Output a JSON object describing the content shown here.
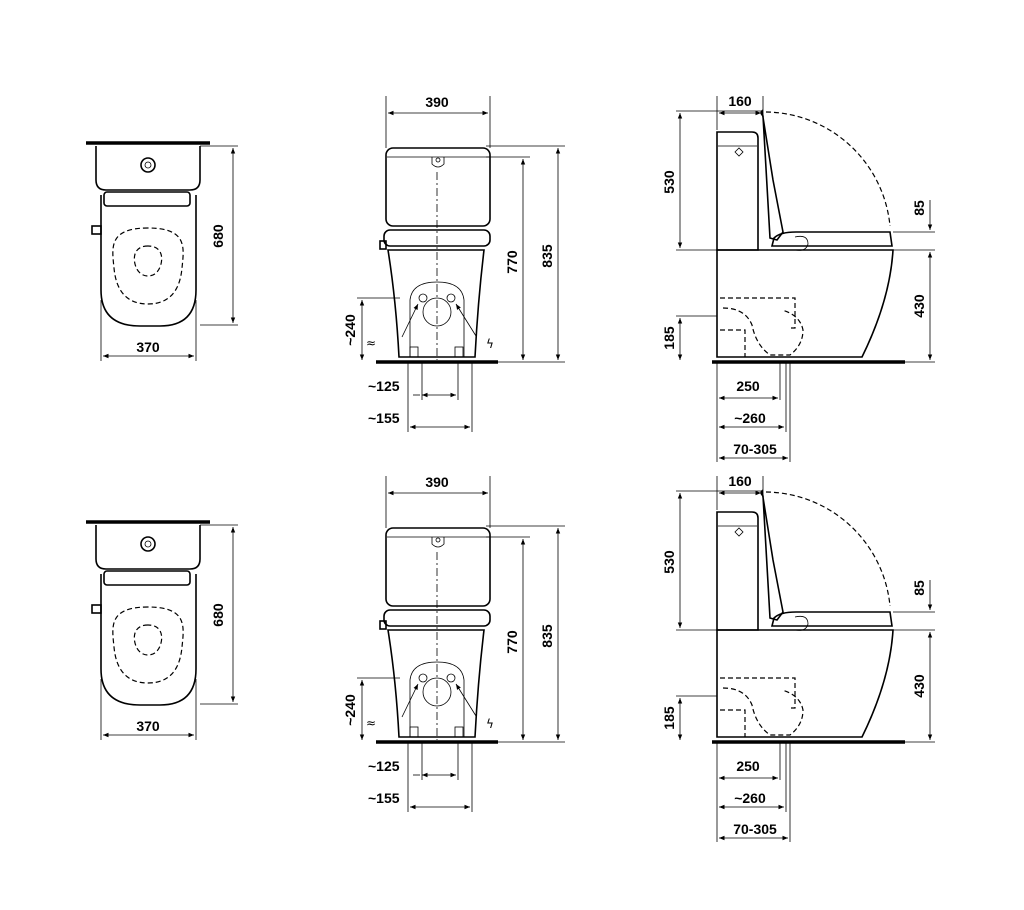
{
  "labels": {
    "top_width": "370",
    "top_depth": "680",
    "front_width": "390",
    "front_total_height": "835",
    "front_cistern_height": "770",
    "front_offset": "~240",
    "front_125": "~125",
    "front_155": "~155",
    "side_160": "160",
    "side_530": "530",
    "side_85": "85",
    "side_430": "430",
    "side_185": "185",
    "side_250": "250",
    "side_260": "~260",
    "side_range": "70-305"
  },
  "symbols": {
    "water_symbol": "≈",
    "power_symbol": "ϟ"
  }
}
